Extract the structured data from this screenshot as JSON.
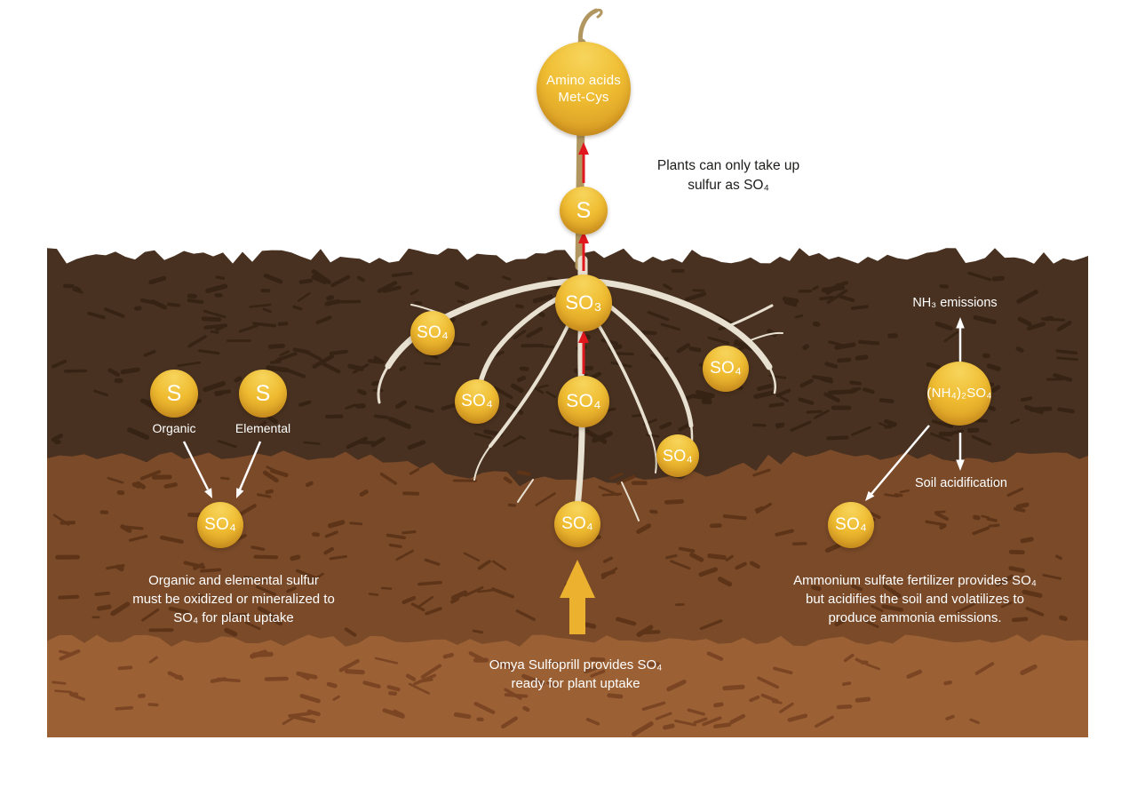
{
  "molecules": {
    "so4": "SO₄",
    "so3": "SO₃",
    "s": "S",
    "ammonium_sulfate": "(NH₄)₂SO₄"
  },
  "plant": {
    "amino_line1": "Amino acids",
    "amino_line2": "Met-Cys"
  },
  "callouts": {
    "uptake_line1": "Plants can only take up",
    "uptake_line2": "sulfur as SO₄"
  },
  "left_section": {
    "organic_label": "Organic",
    "elemental_label": "Elemental",
    "caption_line1": "Organic and elemental sulfur",
    "caption_line2": "must be oxidized or mineralized to",
    "caption_line3": "SO₄ for plant uptake"
  },
  "center_section": {
    "caption_line1": "Omya Sulfoprill provides SO₄",
    "caption_line2": "ready for plant uptake"
  },
  "right_section": {
    "nh3_label": "NH₃ emissions",
    "acidification_label": "Soil acidification",
    "caption_line1": "Ammonium sulfate fertilizer provides SO₄",
    "caption_line2": "but acidifies the soil and volatilizes to",
    "caption_line3": "produce ammonia emissions."
  },
  "colors": {
    "gold_arrow": "#ecb12f",
    "node_gold_light": "#f6d052",
    "node_gold_dark": "#d19120",
    "red_arrow": "#e1171e",
    "soil_top": "#483120",
    "soil_top_speckle": "#362314",
    "soil_mid": "#7a4a29",
    "soil_mid_speckle": "#5d3418",
    "soil_bottom": "#9b6135",
    "soil_bottom_speckle": "#7b4523",
    "root": "#e8e1d1",
    "stem": "#b1975f",
    "text_dark": "#1d1d1b",
    "text_white": "#ffffff"
  }
}
